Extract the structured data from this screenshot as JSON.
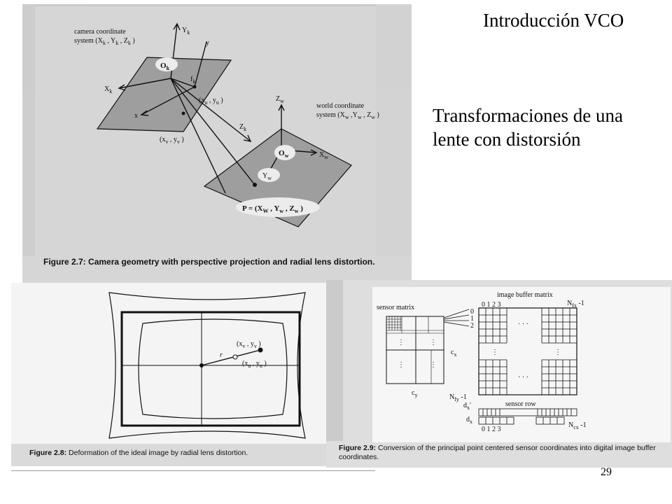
{
  "slide": {
    "title": "Introducción VCO",
    "subtitle": "Transformaciones de una lente con distorsión",
    "page_number": "29"
  },
  "figure_top": {
    "caption_label": "Figure 2.7:",
    "caption_text": "Camera geometry with perspective projection and radial lens distortion.",
    "camera_label_1": "camera coordinate",
    "camera_label_2": "system  (X",
    "world_label_1": "world coordinate",
    "world_label_2": "system  (X",
    "ok": "O",
    "ow": "O",
    "yk": "Y",
    "xk": "X",
    "zk": "Z",
    "zw": "Z",
    "xw": "X",
    "yw": "Y",
    "y": "y",
    "x": "x",
    "fk": "f",
    "xu_yu": "(x",
    "xv_yv": "(x",
    "p": "P =  (X"
  },
  "figure_left": {
    "caption_label": "Figure 2.8:",
    "caption_text": "Deformation of the ideal image by radial lens distortion.",
    "xv_yv": "(x",
    "xu_yu": "(x",
    "r": "r"
  },
  "figure_right": {
    "caption_label": "Figure 2.9:",
    "caption_text": "Conversion of the principal point centered sensor coordinates into digital image buffer coordinates.",
    "buffer_title": "image buffer matrix",
    "sensor_matrix": "sensor matrix",
    "sensor_row": "sensor row",
    "cx": "c",
    "cy": "c",
    "nfx": "N",
    "nfy": "N",
    "ncx": "N",
    "dx_prime": "d",
    "dx": "d",
    "idx_top": "0 1 2 3",
    "idx_bottom": "0 1 2 3",
    "idx_0": "0",
    "idx_1": "1",
    "idx_2": "2"
  }
}
